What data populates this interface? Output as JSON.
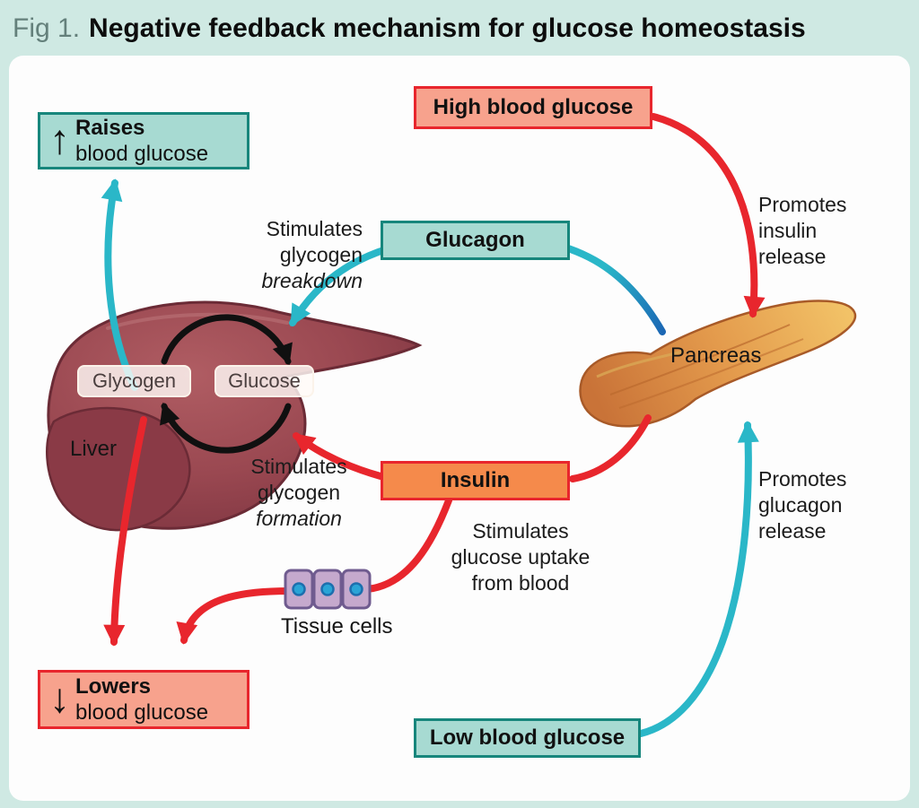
{
  "figure": {
    "label": "Fig 1.",
    "title": "Negative feedback mechanism for glucose homeostasis"
  },
  "boxes": {
    "raises": {
      "arrow": "↑",
      "line1": "Raises",
      "line2": "blood glucose"
    },
    "lowers": {
      "arrow": "↓",
      "line1": "Lowers",
      "line2": "blood glucose"
    },
    "high_blood_glucose": "High blood glucose",
    "low_blood_glucose": "Low blood glucose",
    "glucagon": "Glucagon",
    "insulin": "Insulin",
    "glycogen": "Glycogen",
    "glucose": "Glucose"
  },
  "labels": {
    "liver": "Liver",
    "pancreas": "Pancreas",
    "tissue_cells": "Tissue cells",
    "stimulates_breakdown": {
      "l1": "Stimulates",
      "l2": "glycogen",
      "l3": "breakdown"
    },
    "stimulates_formation": {
      "l1": "Stimulates",
      "l2": "glycogen",
      "l3": "formation"
    },
    "stimulates_uptake": {
      "l1": "Stimulates",
      "l2": "glucose uptake",
      "l3": "from blood"
    },
    "promotes_insulin": {
      "l1": "Promotes",
      "l2": "insulin",
      "l3": "release"
    },
    "promotes_glucagon": {
      "l1": "Promotes",
      "l2": "glucagon",
      "l3": "release"
    }
  },
  "colors": {
    "red": "#e8262d",
    "cyan": "#2ab7c8",
    "teal_border": "#17867c",
    "teal_fill": "#a7dad2",
    "salmon_fill": "#f7a28d",
    "orange_fill": "#f58a4b",
    "mint_bg": "#cfe9e3",
    "panel_bg": "#fdfdfd",
    "text": "#141414"
  }
}
